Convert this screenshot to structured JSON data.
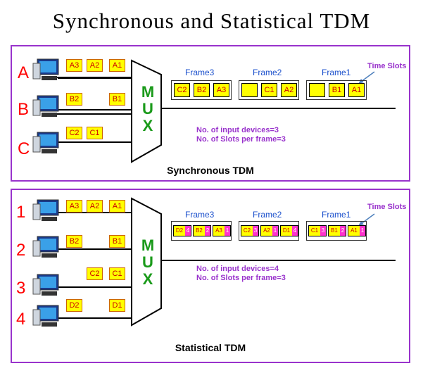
{
  "title": "Synchronous and Statistical TDM",
  "sync": {
    "caption": "Synchronous TDM",
    "sources": [
      {
        "label": "A",
        "boxes": [
          "A3",
          "A2",
          "A1"
        ]
      },
      {
        "label": "B",
        "boxes": [
          "B2",
          "B1"
        ]
      },
      {
        "label": "C",
        "boxes": [
          "C2",
          "C1"
        ]
      }
    ],
    "mux": [
      "M",
      "U",
      "X"
    ],
    "time_slots_label": "Time Slots",
    "frames": [
      {
        "label": "Frame3",
        "slots": [
          "C2",
          "B2",
          "A3"
        ]
      },
      {
        "label": "Frame2",
        "slots": [
          "",
          "C1",
          "A2"
        ]
      },
      {
        "label": "Frame1",
        "slots": [
          "",
          "B1",
          "A1"
        ]
      }
    ],
    "info": [
      "No. of input devices=3",
      "No. of Slots per frame=3"
    ]
  },
  "stat": {
    "caption": "Statistical TDM",
    "sources": [
      {
        "label": "1",
        "boxes": [
          "A3",
          "A2",
          "A1"
        ]
      },
      {
        "label": "2",
        "boxes": [
          "B2",
          "B1"
        ]
      },
      {
        "label": "3",
        "boxes": [
          "C2",
          "C1"
        ]
      },
      {
        "label": "4",
        "boxes": [
          "D2",
          "D1"
        ]
      }
    ],
    "mux": [
      "M",
      "U",
      "X"
    ],
    "time_slots_label": "Time Slots",
    "frames": [
      {
        "label": "Frame3",
        "slots": [
          {
            "data": "D2",
            "addr": "4"
          },
          {
            "data": "B2",
            "addr": "2"
          },
          {
            "data": "A3",
            "addr": "1"
          }
        ]
      },
      {
        "label": "Frame2",
        "slots": [
          {
            "data": "C2",
            "addr": "3"
          },
          {
            "data": "A2",
            "addr": "1"
          },
          {
            "data": "D1",
            "addr": "4"
          }
        ]
      },
      {
        "label": "Frame1",
        "slots": [
          {
            "data": "C1",
            "addr": "3"
          },
          {
            "data": "B1",
            "addr": "2"
          },
          {
            "data": "A1",
            "addr": "1"
          }
        ]
      }
    ],
    "info": [
      "No. of input devices=4",
      "No. of Slots per frame=3"
    ]
  },
  "colors": {
    "border": "#9933cc",
    "source_label": "#ff0000",
    "mux_text": "#1a9a1a",
    "frame_label": "#1a4fcc",
    "slot_fill": "#ffff00",
    "address_fill": "#ff33cc"
  },
  "icons": [
    "desktop-computer-icon",
    "arrow-icon"
  ]
}
